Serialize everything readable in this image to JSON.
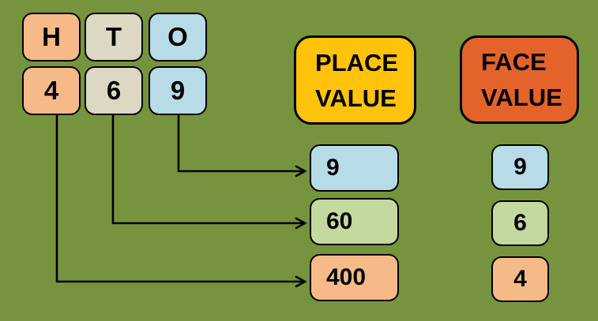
{
  "colors": {
    "background": "#76943E",
    "peach": "#F6BA88",
    "beige": "#DCD8C3",
    "blue": "#B7DBE7",
    "green": "#C3D99F",
    "yellow": "#FFC30B",
    "red_orange": "#E4632B",
    "line": "#000000"
  },
  "number_panel": {
    "columns": [
      {
        "header": "H",
        "digit": "4",
        "color": "#F6BA88"
      },
      {
        "header": "T",
        "digit": "6",
        "color": "#DCD8C3"
      },
      {
        "header": "O",
        "digit": "9",
        "color": "#B7DBE7"
      }
    ]
  },
  "place_value": {
    "title_lines": [
      "PLACE",
      "VALUE"
    ],
    "header_color": "#FFC30B",
    "items": [
      {
        "value": "9",
        "color": "#B7DBE7"
      },
      {
        "value": "60",
        "color": "#C3D99F"
      },
      {
        "value": "400",
        "color": "#F6BA88"
      }
    ]
  },
  "face_value": {
    "title_lines": [
      "FACE",
      "VALUE"
    ],
    "header_color": "#E4632B",
    "items": [
      {
        "value": "9",
        "color": "#B7DBE7"
      },
      {
        "value": "6",
        "color": "#C3D99F"
      },
      {
        "value": "4",
        "color": "#F6BA88"
      }
    ]
  }
}
